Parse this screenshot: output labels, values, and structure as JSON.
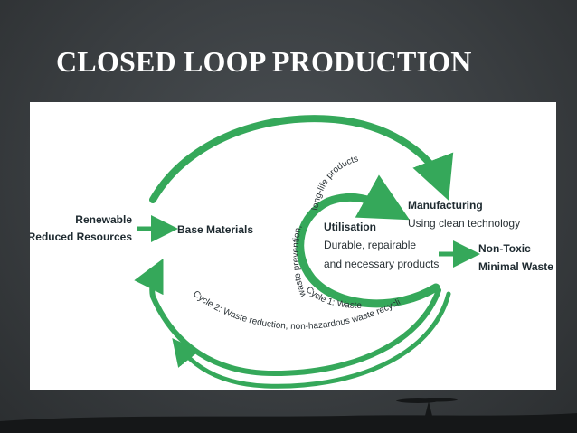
{
  "slide": {
    "title": "CLOSED LOOP PRODUCTION"
  },
  "diagram": {
    "nodes": {
      "source_line1": "Renewable",
      "source_line2": "Reduced Resources",
      "base": "Base Materials",
      "manufacturing_title": "Manufacturing",
      "manufacturing_sub": "Using clean technology",
      "utilisation_title": "Utilisation",
      "utilisation_line1": "Durable, repairable",
      "utilisation_line2": "and necessary products",
      "waste_line1": "Non-Toxic",
      "waste_line2": "Minimal Waste"
    },
    "labels": {
      "cycle1_top": "long-life products",
      "cycle1_left": "waste prevention,",
      "cycle1_bottom": "Cycle 1: Waste",
      "cycle2": "Cycle 2: Waste reduction, non-hazardous waste recycling"
    },
    "colors": {
      "arrow_green": "#35a85a",
      "text_dark": "#1e2a30",
      "text_sub": "#2a3236"
    }
  }
}
